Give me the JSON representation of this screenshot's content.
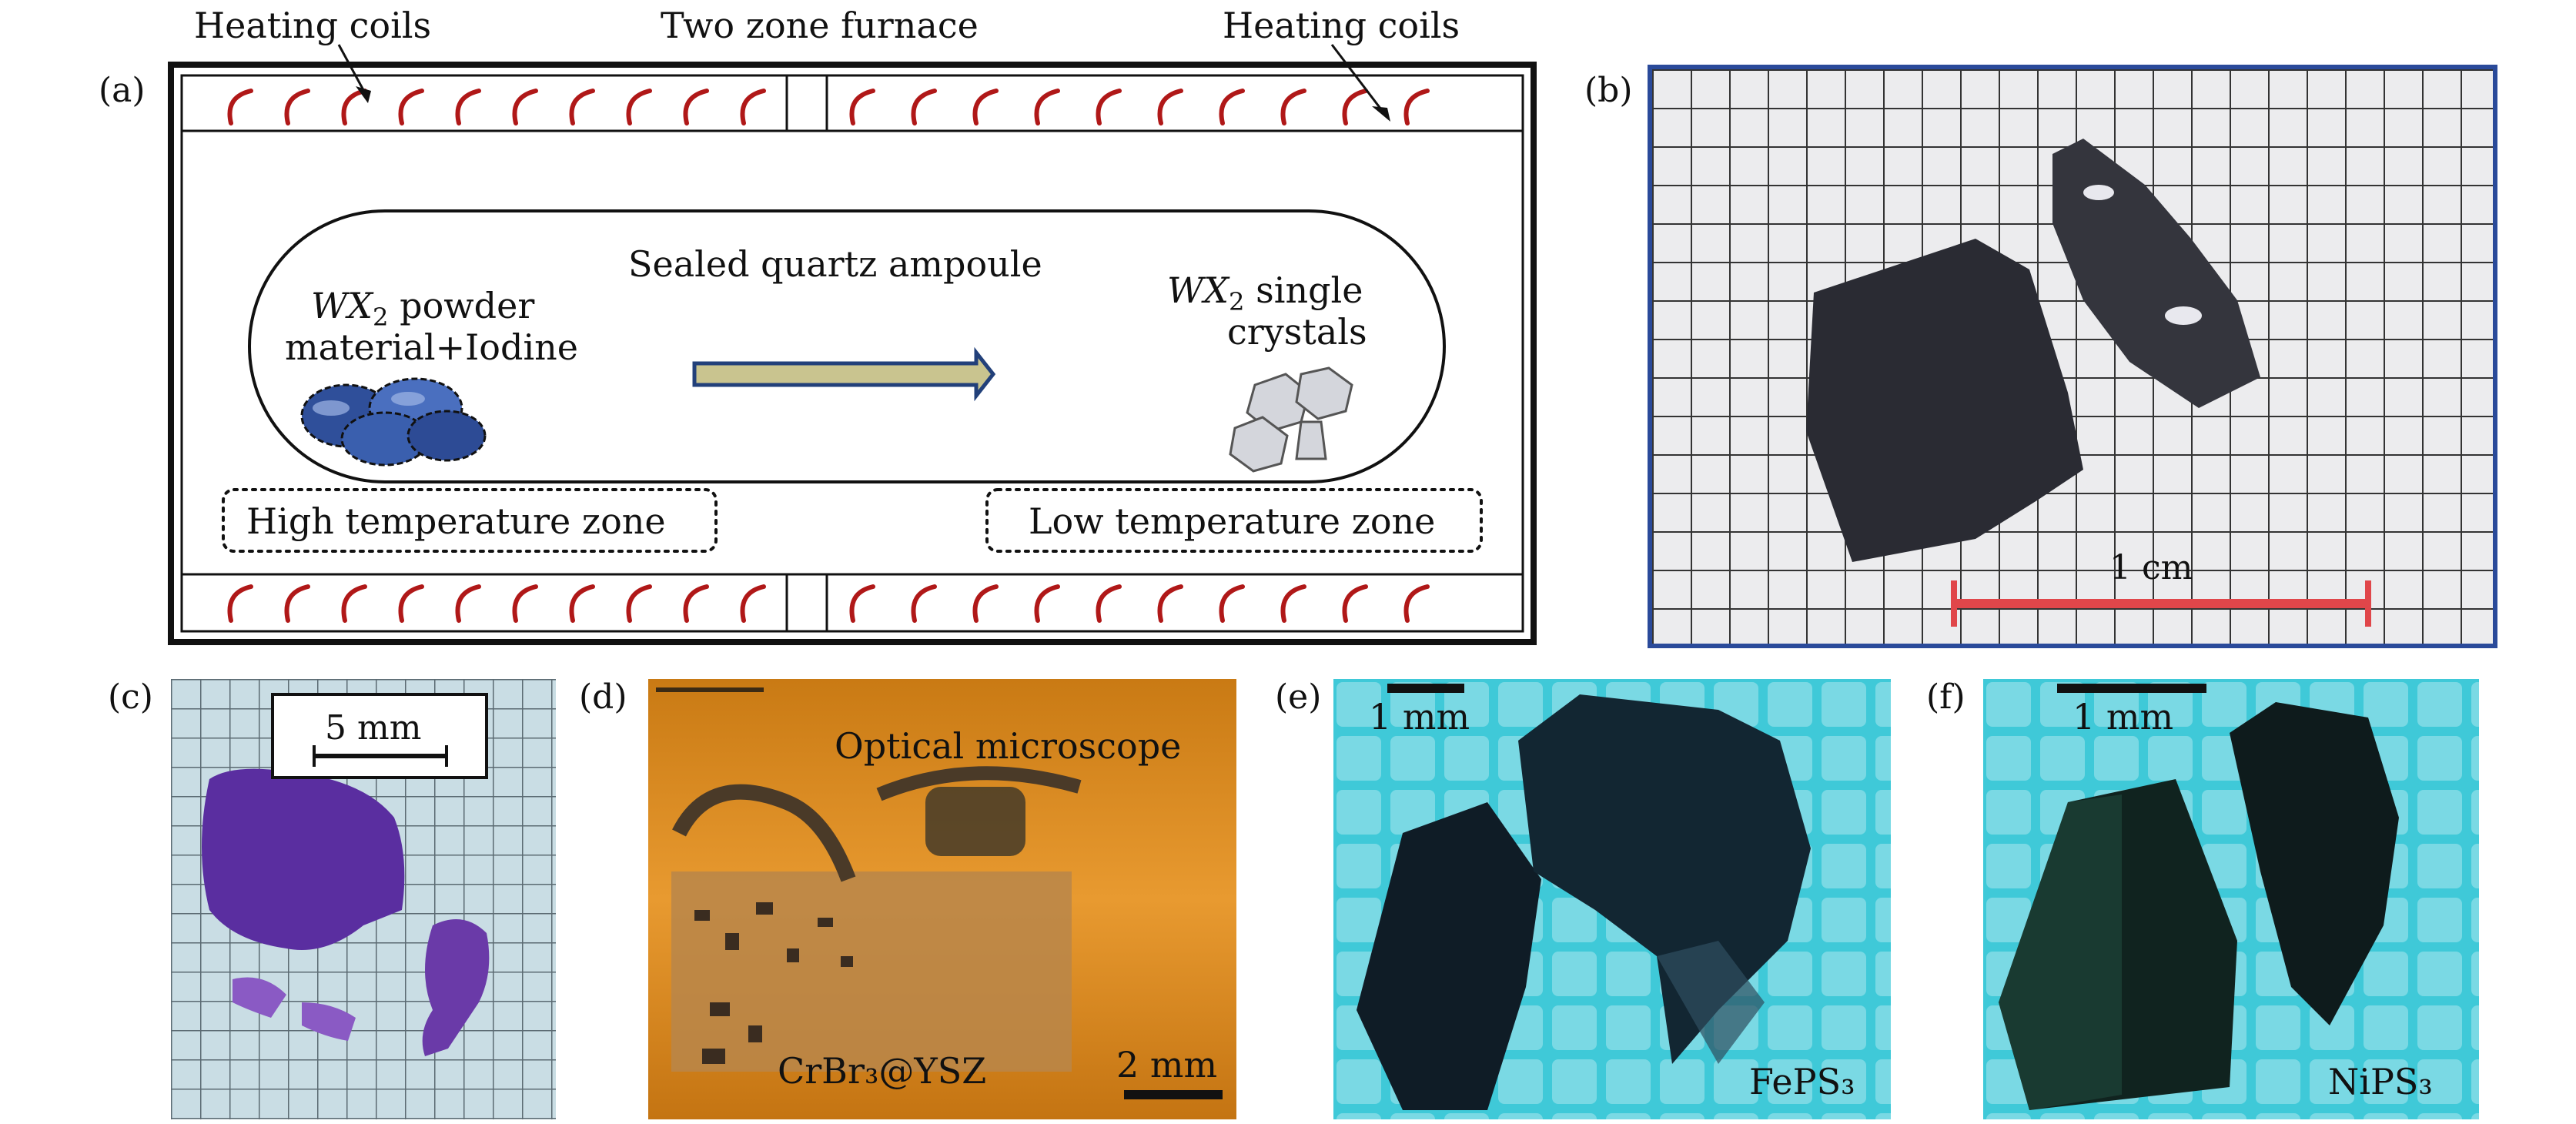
{
  "panels": {
    "a": {
      "label": "(a)",
      "heating_left": "Heating coils",
      "heating_right": "Heating coils",
      "furnace": "Two zone furnace",
      "ampoule": "Sealed quartz ampoule",
      "powder_line1_sym": "WX",
      "powder_line1_sub": "2",
      "powder_line1_rest": " powder",
      "powder_line2": "material+Iodine",
      "crystal_line1_sym": "WX",
      "crystal_line1_sub": "2",
      "crystal_line1_rest": " single",
      "crystal_line2": "crystals",
      "high_zone": "High temperature zone",
      "low_zone": "Low temperature zone"
    },
    "b": {
      "label": "(b)",
      "scale": "1 cm"
    },
    "c": {
      "label": "(c)",
      "scale": "5 mm"
    },
    "d": {
      "label": "(d)",
      "title": "Optical microscope",
      "sample": "CrBr₃@YSZ",
      "scale": "2 mm"
    },
    "e": {
      "label": "(e)",
      "scale": "1 mm",
      "compound": "FePS₃"
    },
    "f": {
      "label": "(f)",
      "scale": "1 mm",
      "compound": "NiPS₃"
    }
  },
  "colors": {
    "coil": "#b01818",
    "arrow_fill": "#c9c48f",
    "arrow_stroke": "#22407a",
    "powder": "#3a5fae",
    "panel_b_border": "#2a4a9a",
    "scalebar_b": "#e0464a",
    "background_c": "#c9dde4",
    "crystal_c": "#6a3aa8",
    "background_d": "#d88a1c",
    "background_ef": "#3fc9d8"
  }
}
